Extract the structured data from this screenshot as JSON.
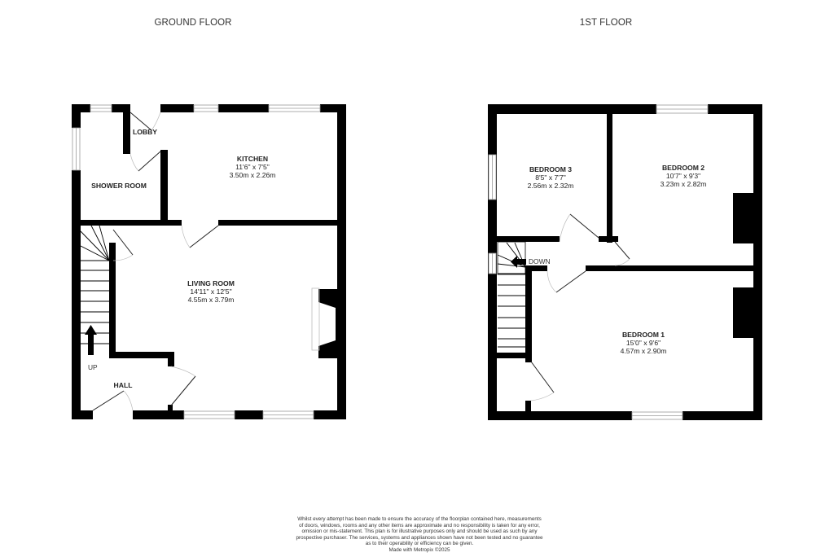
{
  "floors": [
    {
      "title": "GROUND FLOOR",
      "rooms": [
        {
          "name": "KITCHEN",
          "imperial": "11'6\"  x 7'5\"",
          "metric": "3.50m  x 2.26m"
        },
        {
          "name": "SHOWER ROOM",
          "imperial": "",
          "metric": ""
        },
        {
          "name": "LOBBY",
          "imperial": "",
          "metric": ""
        },
        {
          "name": "LIVING ROOM",
          "imperial": "14'11\"  x 12'5\"",
          "metric": "4.55m  x 3.79m"
        },
        {
          "name": "HALL",
          "imperial": "",
          "metric": ""
        }
      ],
      "stair_label": "UP"
    },
    {
      "title": "1ST FLOOR",
      "rooms": [
        {
          "name": "BEDROOM 3",
          "imperial": "8'5\"  x 7'7\"",
          "metric": "2.56m  x 2.32m"
        },
        {
          "name": "BEDROOM 2",
          "imperial": "10'7\"  x 9'3\"",
          "metric": "3.23m  x 2.82m"
        },
        {
          "name": "BEDROOM 1",
          "imperial": "15'0\"  x 9'6\"",
          "metric": "4.57m  x 2.90m"
        }
      ],
      "stair_label": "DOWN"
    }
  ],
  "disclaimer": {
    "lines": [
      "Whilst every attempt has been made to ensure the accuracy of the floorplan contained here, measurements",
      "of doors, windows, rooms and any other items are approximate and no responsibility is taken for any error,",
      "omission or mis-statement. This plan is for illustrative purposes only and should be used as such by any",
      "prospective purchaser. The services, systems and appliances shown have not been tested and no guarantee",
      "as to their operability or efficiency can be given."
    ],
    "credit": "Made with Metropix ©2025"
  },
  "colors": {
    "wall": "#000000",
    "background": "#ffffff",
    "window_line": "#9a9a9a",
    "door_arc": "#b0b0b0"
  }
}
